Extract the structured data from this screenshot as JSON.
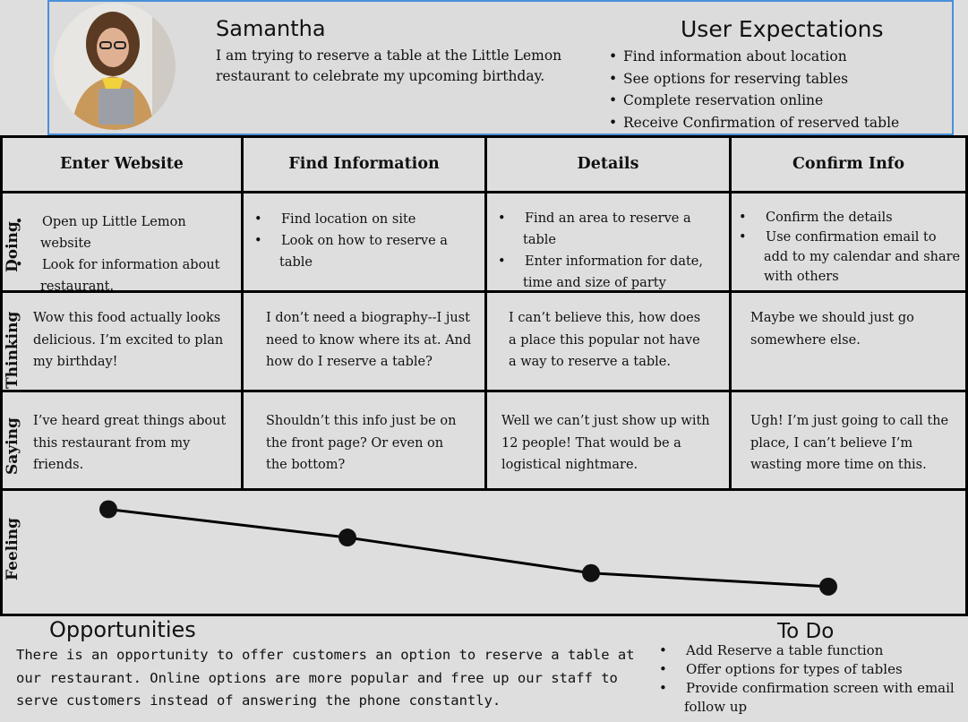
{
  "persona": {
    "name": "Samantha",
    "description": "I am trying to reserve a table at the Little Lemon restaurant to celebrate my upcoming birthday."
  },
  "user_expectations": {
    "title": "User Expectations",
    "items": [
      "Find information about location",
      "See options for reserving tables",
      "Complete reservation online",
      "Receive Confirmation of reserved table"
    ]
  },
  "columns": [
    "Enter Website",
    "Find Information",
    "Details",
    "Confirm Info"
  ],
  "rows": {
    "doing": {
      "label": "Doing",
      "cells": [
        [
          "Open up Little Lemon website",
          "Look for information about restaurant."
        ],
        [
          "Find location on site",
          "Look on how to reserve a table"
        ],
        [
          "Find an area to reserve a table",
          "Enter information for date, time and size of party"
        ],
        [
          "Confirm the details",
          "Use confirmation email to add to my calendar and share with others"
        ]
      ]
    },
    "thinking": {
      "label": "Thinking",
      "cells": [
        "Wow this food actually looks delicious. I’m excited to plan my birthday!",
        "I don’t need a biography--I just need to know where its at. And how do I reserve a table?",
        "I can’t believe this, how does a place this popular not have a way to reserve a table.",
        "Maybe we should just go somewhere else."
      ]
    },
    "saying": {
      "label": "Saying",
      "cells": [
        "I’ve heard great things about this restaurant from my friends.",
        "Shouldn’t this info just be on the front page? Or even on the bottom?",
        "Well we can’t just show up with 12 people! That would be a logistical nightmare.",
        "Ugh! I’m just going to call the place, I can’t believe I’m wasting more time on this."
      ]
    },
    "feeling": {
      "label": "Feeling",
      "levels": [
        0.85,
        0.62,
        0.33,
        0.22
      ]
    }
  },
  "opportunities": {
    "title": "Opportunities",
    "text": "There is an opportunity to offer customers an option to reserve a table at our restaurant. Online options are more popular and free up our staff to serve customers instead of answering the phone constantly."
  },
  "todo": {
    "title": "To Do",
    "items": [
      "Add Reserve a table function",
      "Offer options for types of tables",
      "Provide confirmation screen with email follow up"
    ]
  }
}
